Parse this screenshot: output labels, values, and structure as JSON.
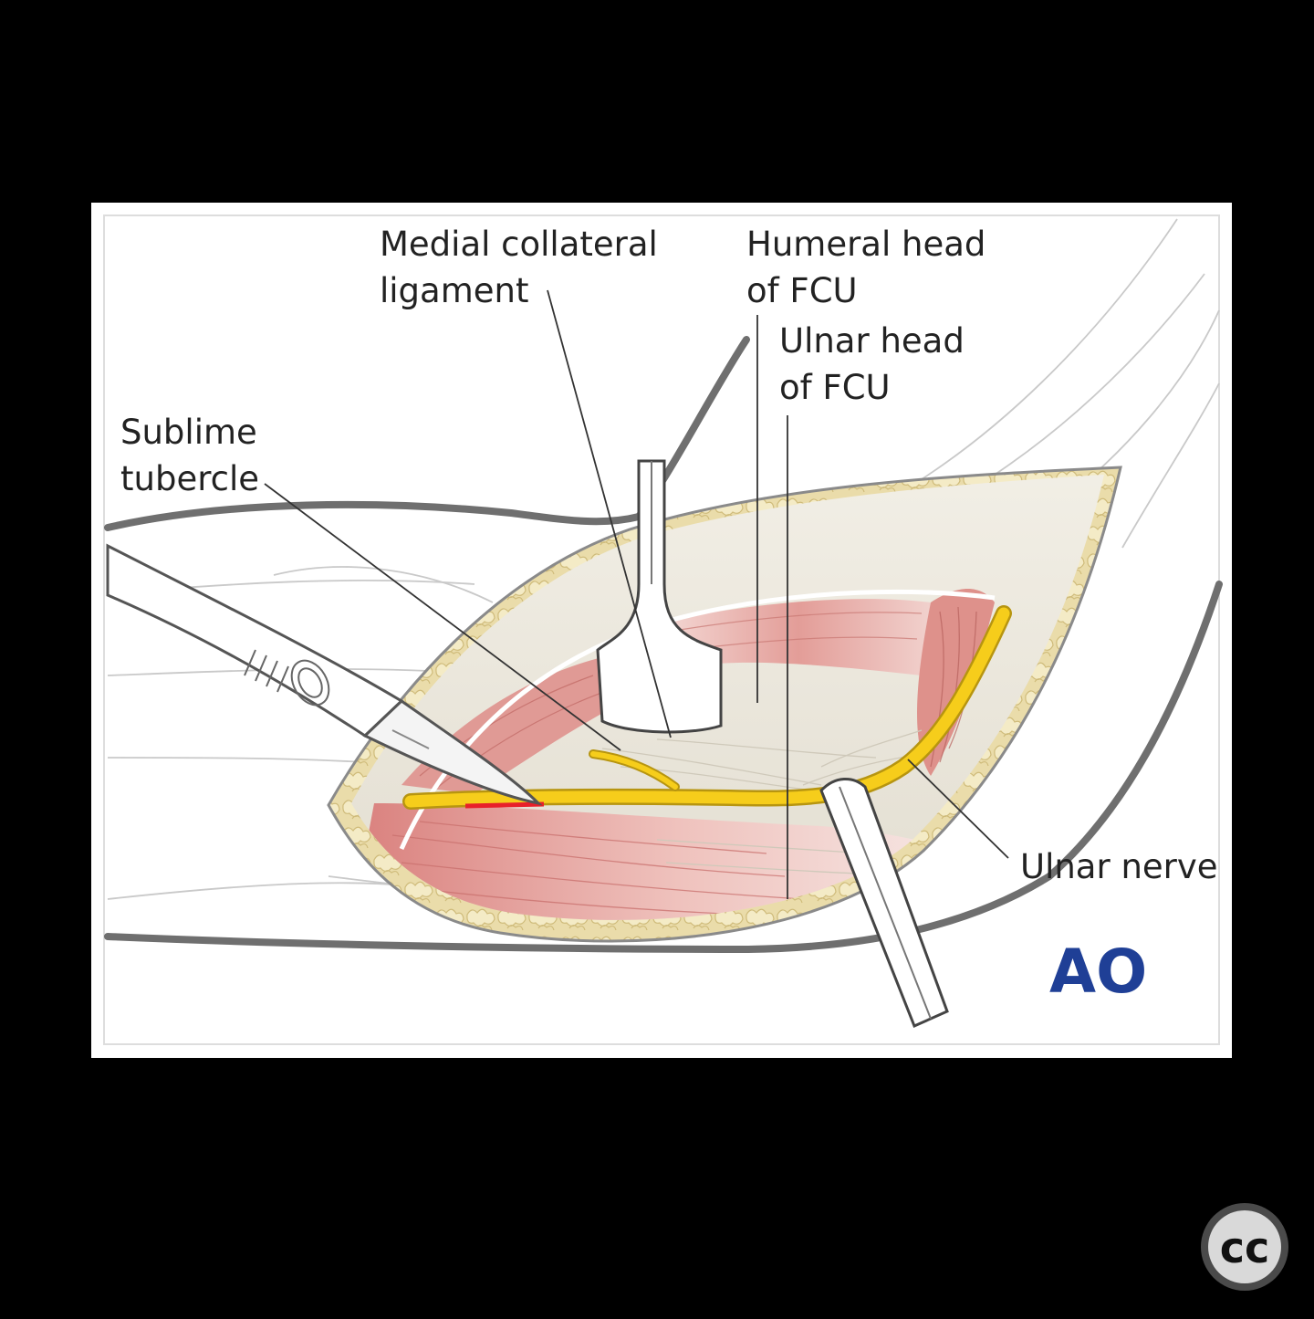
{
  "labels": {
    "medial_collateral_ligament_line1": "Medial collateral",
    "medial_collateral_ligament_line2": "ligament",
    "humeral_head_line1": "Humeral head",
    "humeral_head_line2": "of FCU",
    "ulnar_head_line1": "Ulnar head",
    "ulnar_head_line2": "of FCU",
    "sublime_tubercle_line1": "Sublime",
    "sublime_tubercle_line2": "tubercle",
    "ulnar_nerve": "Ulnar nerve"
  },
  "logo": {
    "text": "AO"
  },
  "badge": {
    "text": "cc"
  },
  "colors": {
    "background": "#000000",
    "panel": "#ffffff",
    "fat": "#e9dcaa",
    "muscle": "#dd8f8a",
    "nerve": "#f3cb1c",
    "incision": "#e8202a",
    "logo": "#1f3f96"
  }
}
